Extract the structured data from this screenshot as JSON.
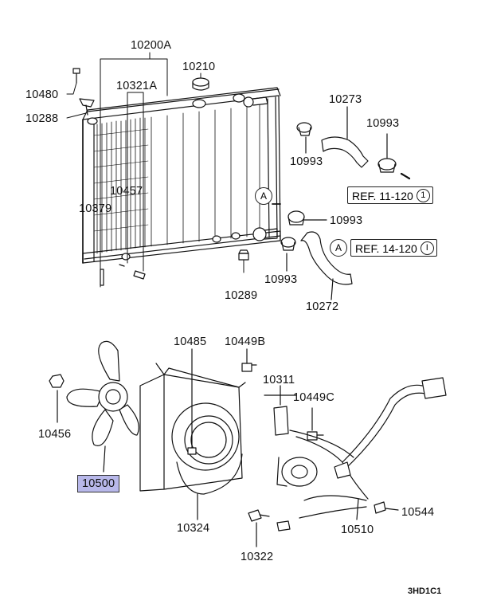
{
  "part_labels": {
    "p10200A": "10200A",
    "p10210": "10210",
    "p10321A": "10321A",
    "p10480": "10480",
    "p10288": "10288",
    "p10457": "10457",
    "p10379": "10379",
    "p10289": "10289",
    "p10273": "10273",
    "p10993a": "10993",
    "p10993b": "10993",
    "p10993c": "10993",
    "p10993d": "10993",
    "p10272": "10272",
    "p10485": "10485",
    "p10449B": "10449B",
    "p10311": "10311",
    "p10449C": "10449C",
    "p10456": "10456",
    "p10500": "10500",
    "p10324": "10324",
    "p10322": "10322",
    "p10510": "10510",
    "p10544": "10544"
  },
  "references": {
    "ref1_text": "REF. 11-120",
    "ref1_num": "1",
    "ref2_text": "REF. 14-120",
    "ref2_num": "I"
  },
  "callouts": {
    "a1": "A",
    "a2": "A"
  },
  "diagram_code": "3HD1C1",
  "highlight_color": "#b8b8ea"
}
